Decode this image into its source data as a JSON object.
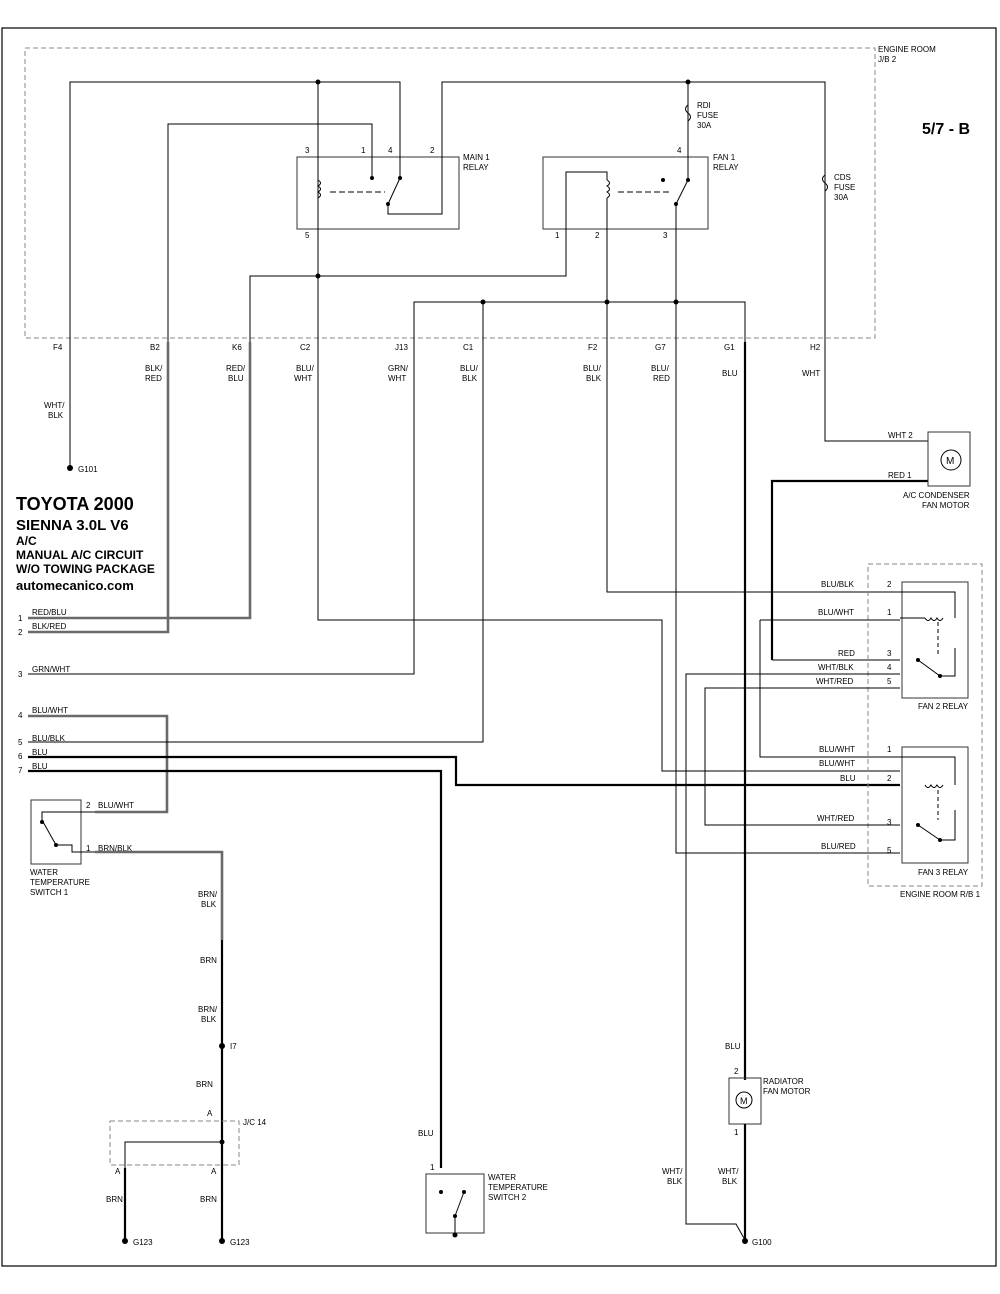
{
  "header": {
    "page_ref": "5/7 - B",
    "engine_room_jb": "ENGINE ROOM",
    "engine_room_jb2": "J/B 2",
    "engine_room_rb": "ENGINE ROOM R/B 1"
  },
  "title_block": {
    "line1": "TOYOTA 2000",
    "line2": "SIENNA   3.0L  V6",
    "line3": "A/C",
    "line4": "MANUAL A/C CIRCUIT",
    "line5": "W/O TOWING PACKAGE",
    "line6": "automecanico.com"
  },
  "relays": {
    "main1_a": "MAIN 1",
    "main1_b": "RELAY",
    "fan1_a": "FAN 1",
    "fan1_b": "RELAY",
    "fan2": "FAN 2 RELAY",
    "fan3": "FAN 3 RELAY"
  },
  "fuses": {
    "rdi_a": "RDI",
    "rdi_b": "FUSE",
    "rdi_c": "30A",
    "cds_a": "CDS",
    "cds_b": "FUSE",
    "cds_c": "30A"
  },
  "connectors": [
    "F4",
    "B2",
    "K6",
    "C2",
    "J13",
    "C1",
    "F2",
    "G7",
    "G1",
    "H2"
  ],
  "wire_colors": {
    "f4_a": "WHT/",
    "f4_b": "BLK",
    "b2_a": "BLK/",
    "b2_b": "RED",
    "k6_a": "RED/",
    "k6_b": "BLU",
    "c2_a": "BLU/",
    "c2_b": "WHT",
    "j13_a": "GRN/",
    "j13_b": "WHT",
    "c1_a": "BLU/",
    "c1_b": "BLK",
    "f2_a": "BLU/",
    "f2_b": "BLK",
    "g7_a": "BLU/",
    "g7_b": "RED",
    "g1": "BLU",
    "h2": "WHT"
  },
  "components": {
    "ac_fan_a": "A/C CONDENSER",
    "ac_fan_b": "FAN MOTOR",
    "rad_fan_a": "RADIATOR",
    "rad_fan_b": "FAN MOTOR",
    "wts1_a": "WATER",
    "wts1_b": "TEMPERATURE",
    "wts1_c": "SWITCH 1",
    "wts2_a": "WATER",
    "wts2_b": "TEMPERATURE",
    "wts2_c": "SWITCH 2",
    "jc14": "J/C 14",
    "motor_symbol": "M"
  },
  "grounds": {
    "g101": "G101",
    "g123a": "G123",
    "g123b": "G123",
    "g100": "G100",
    "i7": "I7"
  },
  "left_wires": [
    {
      "num": "1",
      "color": "RED/BLU"
    },
    {
      "num": "2",
      "color": "BLK/RED"
    },
    {
      "num": "3",
      "color": "GRN/WHT"
    },
    {
      "num": "4",
      "color": "BLU/WHT"
    },
    {
      "num": "5",
      "color": "BLU/BLK"
    },
    {
      "num": "6",
      "color": "BLU"
    },
    {
      "num": "7",
      "color": "BLU"
    }
  ],
  "fan2_pins": [
    {
      "num": "2",
      "color": "BLU/BLK"
    },
    {
      "num": "1",
      "color": "BLU/WHT"
    },
    {
      "num": "3",
      "color": "RED"
    },
    {
      "num": "4",
      "color": "WHT/BLK"
    },
    {
      "num": "5",
      "color": "WHT/RED"
    }
  ],
  "fan3_pins": [
    {
      "num": "1",
      "color": "BLU/WHT"
    },
    {
      "num": "",
      "color": "BLU/WHT"
    },
    {
      "num": "2",
      "color": "BLU"
    },
    {
      "num": "3",
      "color": "WHT/RED"
    },
    {
      "num": "5",
      "color": "BLU/RED"
    }
  ],
  "misc": {
    "acfan_p2": "WHT  2",
    "acfan_p1": "RED   1",
    "wts1_p2": "2",
    "wts1_p2c": "BLU/WHT",
    "wts1_p1": "1",
    "wts1_p1c": "BRN/BLK",
    "brnblk_a": "BRN/",
    "brnblk_b": "BLK",
    "brn1": "BRN",
    "brnblk2_a": "BRN/",
    "brnblk2_b": "BLK",
    "brn2": "BRN",
    "brn3": "BRN",
    "brn4": "BRN",
    "pinA_top": "A",
    "pinA_l": "A",
    "pinA_r": "A",
    "blu_wts2": "BLU",
    "wts2_p1": "1",
    "blu_rad": "BLU",
    "rad_p2": "2",
    "rad_p1": "1",
    "whtblk1_a": "WHT/",
    "whtblk1_b": "BLK",
    "whtblk2_a": "WHT/",
    "whtblk2_b": "BLK",
    "m1_p3": "3",
    "m1_p1": "1",
    "m1_p4": "4",
    "m1_p2": "2",
    "m1_p5": "5",
    "f1_p4": "4",
    "f1_p1": "1",
    "f1_p2": "2",
    "f1_p3": "3"
  }
}
